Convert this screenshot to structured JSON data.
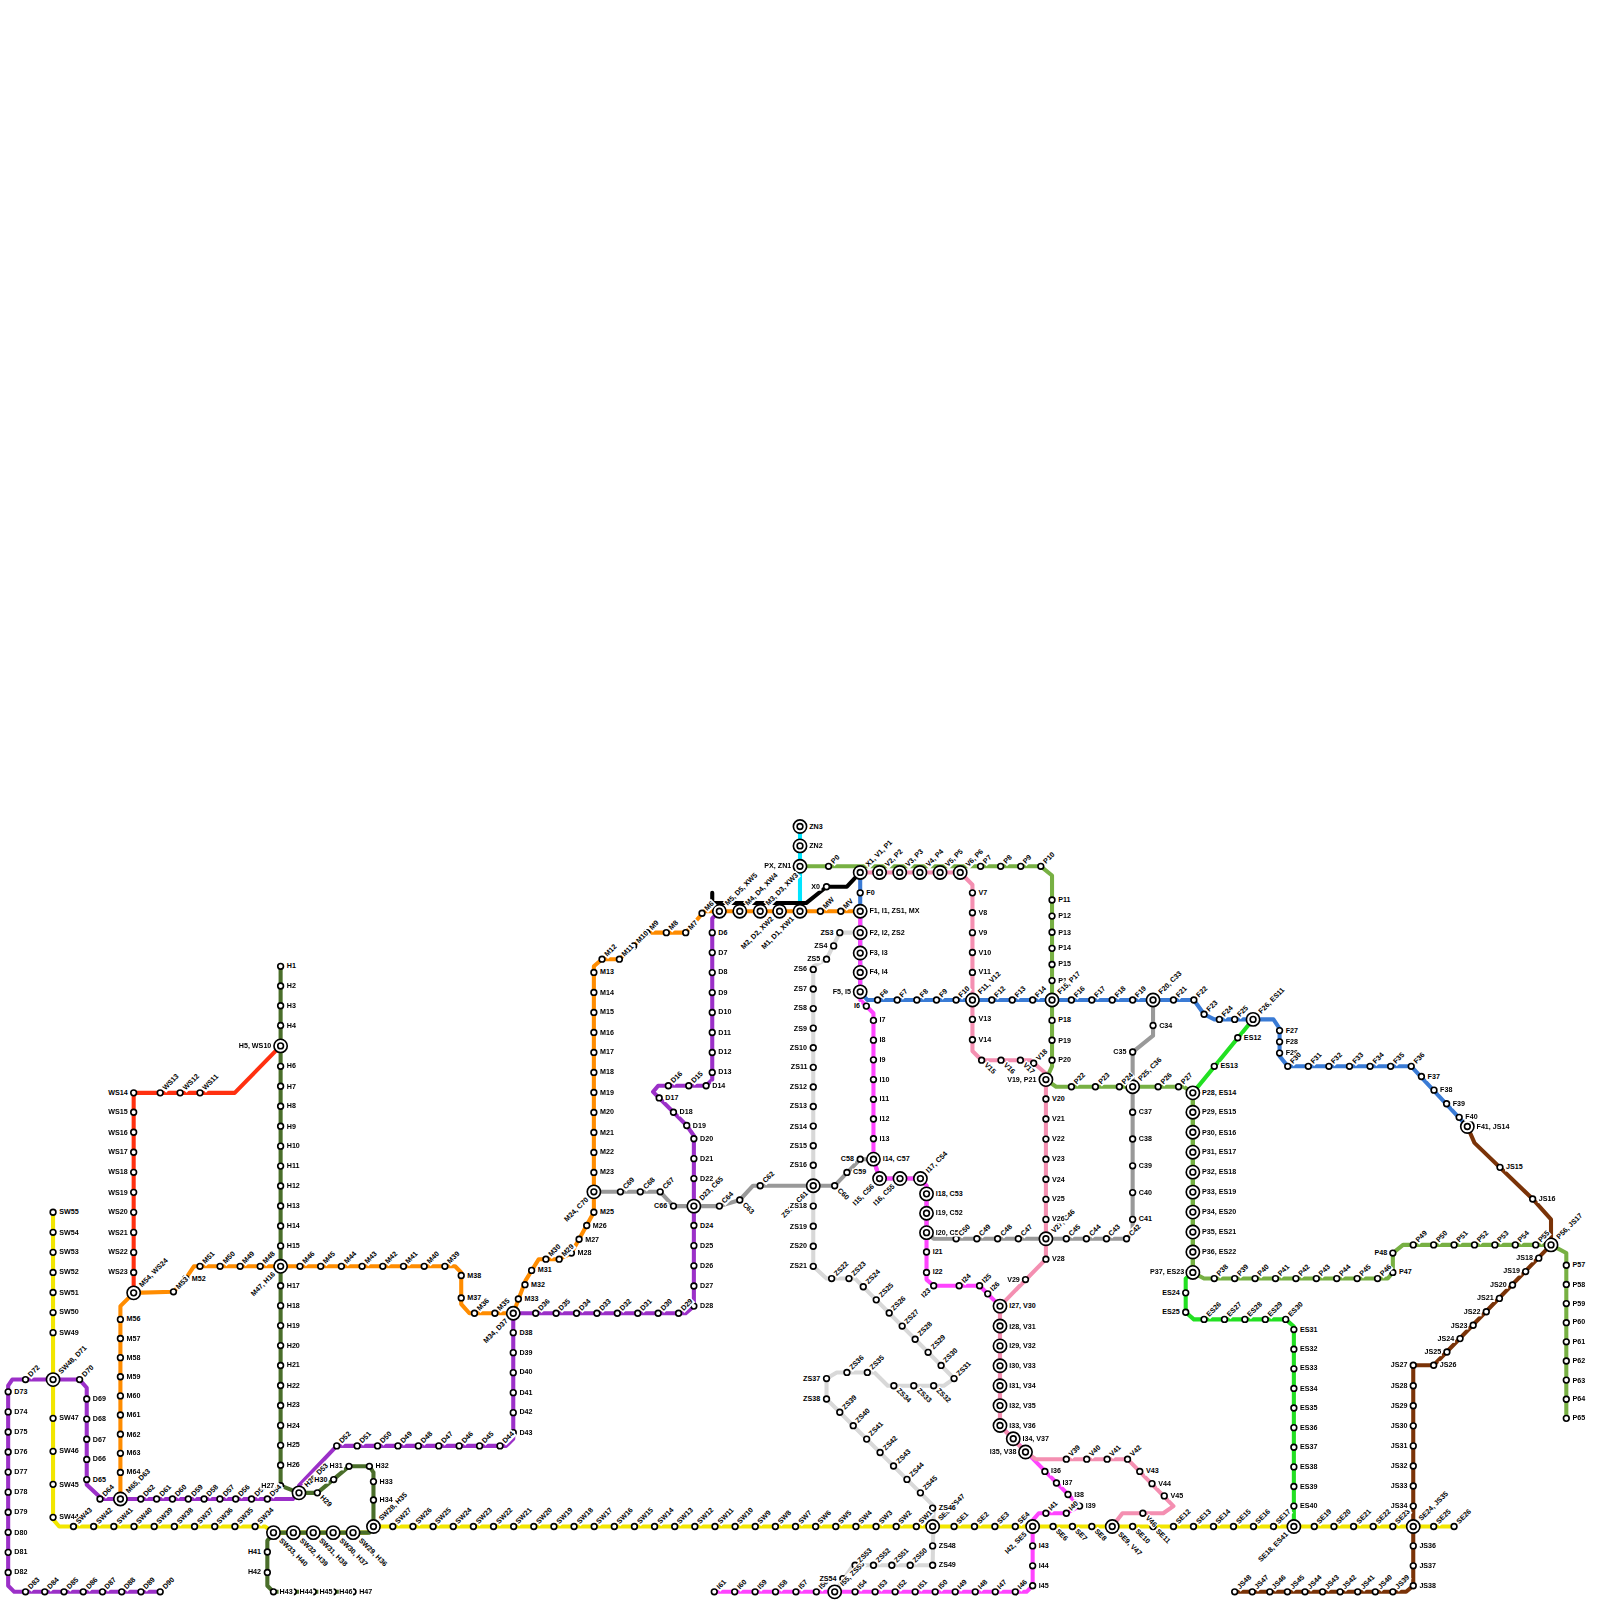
{
  "diagram": {
    "labels": [
      "ZN3",
      "ZN2",
      "PX, ZN1",
      "X0",
      "P0",
      "X1, V1, P1",
      "V2, P2",
      "V3, P3",
      "V4, P4",
      "V5, P5",
      "V6, P6",
      "P7",
      "P8",
      "P9",
      "P10",
      "P11",
      "P12",
      "P13",
      "P14",
      "P15",
      "P16",
      "F15, P17",
      "P18",
      "P19",
      "P20",
      "V19, P21",
      "P22",
      "P23",
      "P24",
      "P25, C36",
      "P26",
      "P27",
      "P28, ES14",
      "P29, ES15",
      "P30, ES16",
      "P31, ES17",
      "P32, ES18",
      "P33, ES19",
      "P34, ES20",
      "P35, ES21",
      "P36, ES22",
      "P37, ES23",
      "P38",
      "P39",
      "P40",
      "P41",
      "P42",
      "P43",
      "P44",
      "P45",
      "P46",
      "P47",
      "P48",
      "P49",
      "P50",
      "P51",
      "P52",
      "P53",
      "P54",
      "P55",
      "P56, JS17",
      "P57",
      "P58",
      "P59",
      "P60",
      "P61",
      "P62",
      "P63",
      "P64",
      "P65",
      "F0",
      "F1, I1, ZS1, MX",
      "F2, I2, ZS2",
      "F3, I3",
      "F4, I4",
      "F5, I5",
      "F6",
      "F7",
      "F8",
      "F9",
      "F10",
      "F11, V12",
      "F12",
      "F13",
      "F14",
      "F16",
      "F17",
      "F18",
      "F19",
      "F20, C33",
      "F21",
      "F22",
      "F23",
      "F24",
      "F25",
      "F26, ES11",
      "F27",
      "F28",
      "F29",
      "F30",
      "F31",
      "F32",
      "F33",
      "F34",
      "F35",
      "F36",
      "F37",
      "F38",
      "F39",
      "F40",
      "F41, JS14",
      "M1, D1, XW1",
      "M2, D2, XW2",
      "M3, D3, XW3",
      "M4, D4, XW4",
      "M5, D5, XW5",
      "MW",
      "MV",
      "M6",
      "M7",
      "M8",
      "M9",
      "M10",
      "M11",
      "M12",
      "M13",
      "M14",
      "M15",
      "M16",
      "M17",
      "M18",
      "M19",
      "M20",
      "M21",
      "M22",
      "M23",
      "M24, C70",
      "M25",
      "M26",
      "M27",
      "M28",
      "M29",
      "M30",
      "M31",
      "M32",
      "M33",
      "M34, D37",
      "M35",
      "M36",
      "M37",
      "M38",
      "M39",
      "M40",
      "M41",
      "M42",
      "M43",
      "M44",
      "M45",
      "M46",
      "M47, H16",
      "M48",
      "M49",
      "M50",
      "M51",
      "M52",
      "M53",
      "M54, WS24",
      "M56",
      "M57",
      "M58",
      "M59",
      "M60",
      "M61",
      "M62",
      "M63",
      "M64",
      "M65, D63",
      "D6",
      "D7",
      "D8",
      "D9",
      "D10",
      "D11",
      "D12",
      "D13",
      "D14",
      "D15",
      "D16",
      "D17",
      "D18",
      "D19",
      "D20",
      "D21",
      "D22",
      "D23, C65",
      "D24",
      "D25",
      "D26",
      "D27",
      "D28",
      "D29",
      "D30",
      "D31",
      "D32",
      "D33",
      "D34",
      "D35",
      "D36",
      "D38",
      "D39",
      "D40",
      "D41",
      "D42",
      "D43",
      "D44",
      "D45",
      "D46",
      "D47",
      "D48",
      "D49",
      "D50",
      "D51",
      "D52",
      "H28, D53",
      "D54",
      "D55",
      "D56",
      "D57",
      "D58",
      "D59",
      "D60",
      "D61",
      "D62",
      "D64",
      "D65",
      "D66",
      "D67",
      "D68",
      "D69",
      "D70",
      "SW48, D71",
      "D72",
      "D73",
      "D74",
      "D75",
      "D76",
      "D77",
      "D78",
      "D79",
      "D80",
      "D81",
      "D82",
      "D83",
      "D84",
      "D85",
      "D86",
      "D87",
      "D88",
      "D89",
      "D90",
      "SW55",
      "SW54",
      "SW53",
      "SW52",
      "SW51",
      "SW50",
      "SW49",
      "SW47",
      "SW46",
      "SW45",
      "SW44",
      "SW43",
      "SW42",
      "SW41",
      "SW40",
      "SW39",
      "SW38",
      "SW37",
      "SW36",
      "SW35",
      "SW34",
      "SW33, H40",
      "SW32, H39",
      "SW31, H38",
      "SW30, H37",
      "SW29, H36",
      "SW28, H35",
      "SW27",
      "SW26",
      "SW25",
      "SW24",
      "SW23",
      "SW22",
      "SW21",
      "SW20",
      "SW19",
      "SW18",
      "SW17",
      "SW16",
      "SW15",
      "SW14",
      "SW13",
      "SW12",
      "SW11",
      "SW10",
      "SW9",
      "SW8",
      "SW7",
      "SW6",
      "SW5",
      "SW4",
      "SW3",
      "SW2",
      "SW1",
      "SE0, ZS47",
      "SE1",
      "SE2",
      "SE3",
      "SE4",
      "I42, SE5",
      "SE6",
      "SE7",
      "SE8",
      "SE9, V47",
      "SE10",
      "SE11",
      "SE12",
      "SE13",
      "SE14",
      "SE15",
      "SE16",
      "SE17",
      "SE18, ES41",
      "SE19",
      "SE20",
      "SE21",
      "SE22",
      "SE23",
      "SE24, JS35",
      "SE25",
      "SE26",
      "WS11",
      "WS12",
      "WS13",
      "WS14",
      "WS15",
      "WS16",
      "WS17",
      "WS18",
      "WS19",
      "WS20",
      "WS21",
      "WS22",
      "WS23",
      "H1",
      "H2",
      "H3",
      "H4",
      "H5, WS10",
      "H6",
      "H7",
      "H8",
      "H9",
      "H10",
      "H11",
      "H12",
      "H13",
      "H14",
      "H15",
      "H17",
      "H18",
      "H19",
      "H20",
      "H21",
      "H22",
      "H23",
      "H24",
      "H25",
      "H26",
      "H27",
      "H29",
      "H30",
      "H31",
      "H32",
      "H33",
      "H34",
      "H41",
      "H42",
      "H43",
      "H44",
      "H45",
      "H46",
      "H47",
      "C69",
      "C68",
      "C67",
      "C66",
      "C64",
      "C63",
      "C62",
      "ZS17, C61",
      "C60",
      "C59",
      "C58",
      "I14, C57",
      "I15, C56",
      "I16, C55",
      "I17, C54",
      "I18, C53",
      "I19, C52",
      "I20, C51",
      "C50",
      "C49",
      "C48",
      "C47",
      "V27, C46",
      "C45",
      "C44",
      "C43",
      "C42",
      "C41",
      "C40",
      "C39",
      "C38",
      "C37",
      "C35",
      "C34",
      "I6",
      "I7",
      "I8",
      "I9",
      "I10",
      "I11",
      "I12",
      "I13",
      "I21",
      "I22",
      "I23",
      "I24",
      "I25",
      "I26",
      "I27, V30",
      "I28, V31",
      "I29, V32",
      "I30, V33",
      "I31, V34",
      "I32, V35",
      "I33, V36",
      "I34, V37",
      "I35, V38",
      "I36",
      "I37",
      "I38",
      "I39",
      "I40",
      "I41",
      "I43",
      "I44",
      "I45",
      "I46",
      "I47",
      "I48",
      "I49",
      "I50",
      "I51",
      "I52",
      "I53",
      "I54",
      "I55, ZS55",
      "I56",
      "I57",
      "I58",
      "I59",
      "I60",
      "I61",
      "V7",
      "V8",
      "V9",
      "V10",
      "V11",
      "V13",
      "V14",
      "V15",
      "V16",
      "V17",
      "V18",
      "V20",
      "V21",
      "V22",
      "V23",
      "V24",
      "V25",
      "V26",
      "V28",
      "V29",
      "V39",
      "V40",
      "V41",
      "V42",
      "V43",
      "V44",
      "V45",
      "V46",
      "ZS3",
      "ZS4",
      "ZS5",
      "ZS6",
      "ZS7",
      "ZS8",
      "ZS9",
      "ZS10",
      "ZS11",
      "ZS12",
      "ZS13",
      "ZS14",
      "ZS15",
      "ZS16",
      "ZS18",
      "ZS19",
      "ZS20",
      "ZS21",
      "ZS22",
      "ZS23",
      "ZS24",
      "ZS25",
      "ZS26",
      "ZS27",
      "ZS28",
      "ZS29",
      "ZS30",
      "ZS31",
      "ZS32",
      "ZS33",
      "ZS34",
      "ZS35",
      "ZS36",
      "ZS37",
      "ZS38",
      "ZS39",
      "ZS40",
      "ZS41",
      "ZS42",
      "ZS43",
      "ZS44",
      "ZS45",
      "ZS46",
      "ZS48",
      "ZS49",
      "ZS50",
      "ZS51",
      "ZS52",
      "ZS53",
      "ZS54",
      "ES12",
      "ES13",
      "ES24",
      "ES25",
      "ES26",
      "ES27",
      "ES28",
      "ES29",
      "ES30",
      "ES31",
      "ES32",
      "ES33",
      "ES34",
      "ES35",
      "ES36",
      "ES37",
      "ES38",
      "ES39",
      "ES40",
      "JS15",
      "JS16",
      "JS18",
      "JS19",
      "JS20",
      "JS21",
      "JS22",
      "JS23",
      "JS24",
      "JS25",
      "JS26",
      "JS27",
      "JS28",
      "JS29",
      "JS30",
      "JS31",
      "JS32",
      "JS33",
      "JS34",
      "JS36",
      "JS37",
      "JS38",
      "JS39",
      "JS40",
      "JS41",
      "JS42",
      "JS43",
      "JS44",
      "JS45",
      "JS46",
      "JS47",
      "JS48"
    ]
  }
}
